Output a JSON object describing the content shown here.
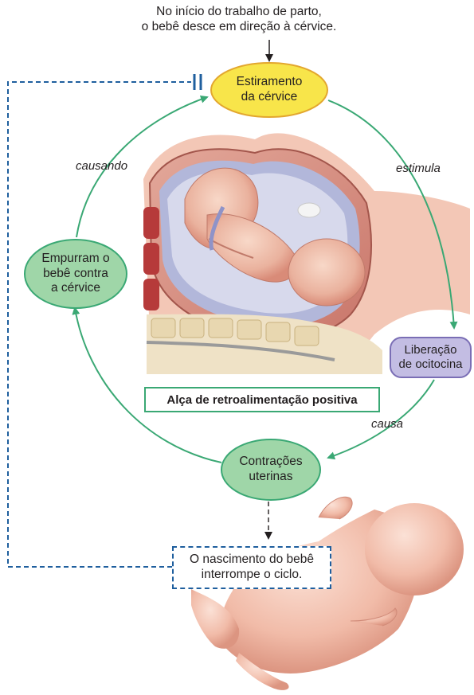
{
  "intro": {
    "line1": "No início do trabalho de parto,",
    "line2": "o bebê desce em direção à cérvice."
  },
  "nodes": {
    "stretch": {
      "line1": "Estiramento",
      "line2": "da cérvice",
      "color": "#f8e54a",
      "border": "#e3a72f"
    },
    "oxytocin": {
      "line1": "Liberação",
      "line2": "de ocitocina",
      "color": "#c3bde3",
      "border": "#7a6eb5"
    },
    "contractions": {
      "line1": "Contrações",
      "line2": "uterinas",
      "color": "#9fd6a8",
      "border": "#3aa874"
    },
    "push": {
      "line1": "Empurram o",
      "line2": "bebê contra",
      "line3": "a cérvice",
      "color": "#9fd6a8",
      "border": "#3aa874"
    }
  },
  "arrow_labels": {
    "stimulates": "estimula",
    "causes": "causa",
    "causing": "causando"
  },
  "loop_title": "Alça de retroalimentação positiva",
  "stop_box": {
    "line1": "O nascimento do bebê",
    "line2": "interrompe o ciclo."
  },
  "colors": {
    "loop_arrow": "#3aa874",
    "feedback_dashed": "#1f5f9e",
    "text": "#231f20"
  },
  "icons": [
    "uterus-fetus-illustration",
    "newborn-baby-illustration",
    "inhibition-bar-icon"
  ]
}
